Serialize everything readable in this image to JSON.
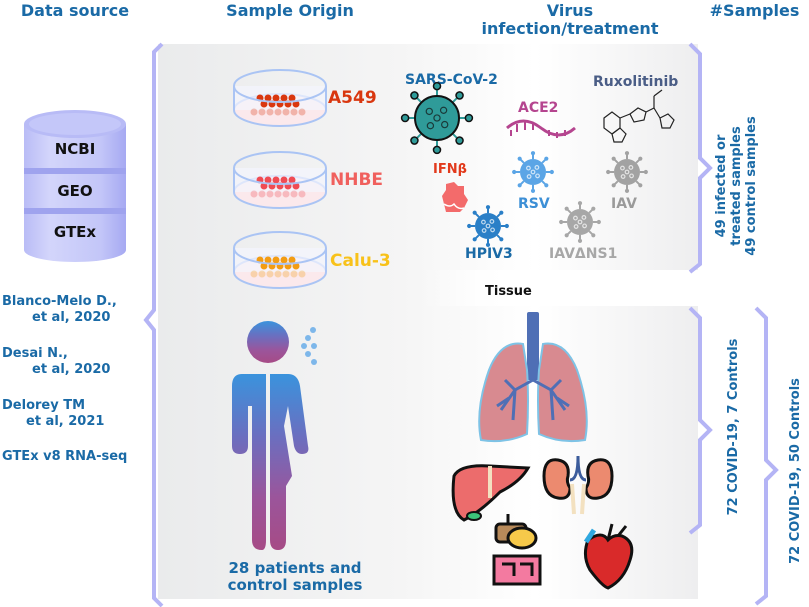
{
  "headers": {
    "data_source": "Data source",
    "sample_origin": "Sample Origin",
    "virus_line1": "Virus",
    "virus_line2": "infection/treatment",
    "samples": "#Samples"
  },
  "database": {
    "icon": "database-icon",
    "layers": [
      "NCBI",
      "GEO",
      "GTEx"
    ]
  },
  "references": [
    {
      "line1": "Blanco-Melo D.,",
      "line2": "et al, 2020"
    },
    {
      "line1": "Desai N.,",
      "line2": "et al, 2020"
    },
    {
      "line1": "Delorey TM",
      "line2": "et al, 2021"
    },
    {
      "line1": "GTEx v8 RNA-seq",
      "line2": ""
    }
  ],
  "cell_lines": [
    {
      "name": "A549",
      "color": "#d9370f",
      "cell_color": "#d9370f"
    },
    {
      "name": "NHBE",
      "color": "#f0605d",
      "cell_color": "#f04b53"
    },
    {
      "name": "Calu-3",
      "color": "#f8c21a",
      "cell_color": "#f39c12"
    }
  ],
  "patient": {
    "icon": "person-icon",
    "label_line1": "28 patients and",
    "label_line2": "control samples"
  },
  "treatments": [
    {
      "name": "SARS-CoV-2",
      "color": "#1a6aa6",
      "icon": "coronavirus-icon"
    },
    {
      "name": "ACE2",
      "color": "#b5458f",
      "icon": "rna-strand-icon"
    },
    {
      "name": "Ruxolitinib",
      "color": "#4a5d86",
      "icon": "molecule-structure-icon"
    },
    {
      "name": "IFNβ",
      "color": "#e23a1c",
      "icon": "protein-icon"
    },
    {
      "name": "RSV",
      "color": "#3c8fd6",
      "icon": "virus-icon"
    },
    {
      "name": "IAV",
      "color": "#9a9a9a",
      "icon": "virus-icon"
    },
    {
      "name": "HPIV3",
      "color": "#1a6aa6",
      "icon": "virus-icon"
    },
    {
      "name": "IAVΔNS1",
      "color": "#a7a7a7",
      "icon": "virus-icon"
    }
  ],
  "tissue": {
    "title": "Tissue",
    "organs": [
      "lungs-icon",
      "liver-icon",
      "kidneys-icon",
      "digestive-system-icon",
      "heart-icon"
    ]
  },
  "sample_counts": {
    "cell_line_line1": "49 infected or",
    "cell_line_line2": "treated samples",
    "cell_line_line3": "49 control samples",
    "patients": "72 COVID-19, 7 Controls",
    "tissue_total": "72 COVID-19, 50 Controls"
  },
  "colors": {
    "heading": "#1a6aa6",
    "bracket": "#b4b4f5",
    "panel": "#ececec"
  }
}
